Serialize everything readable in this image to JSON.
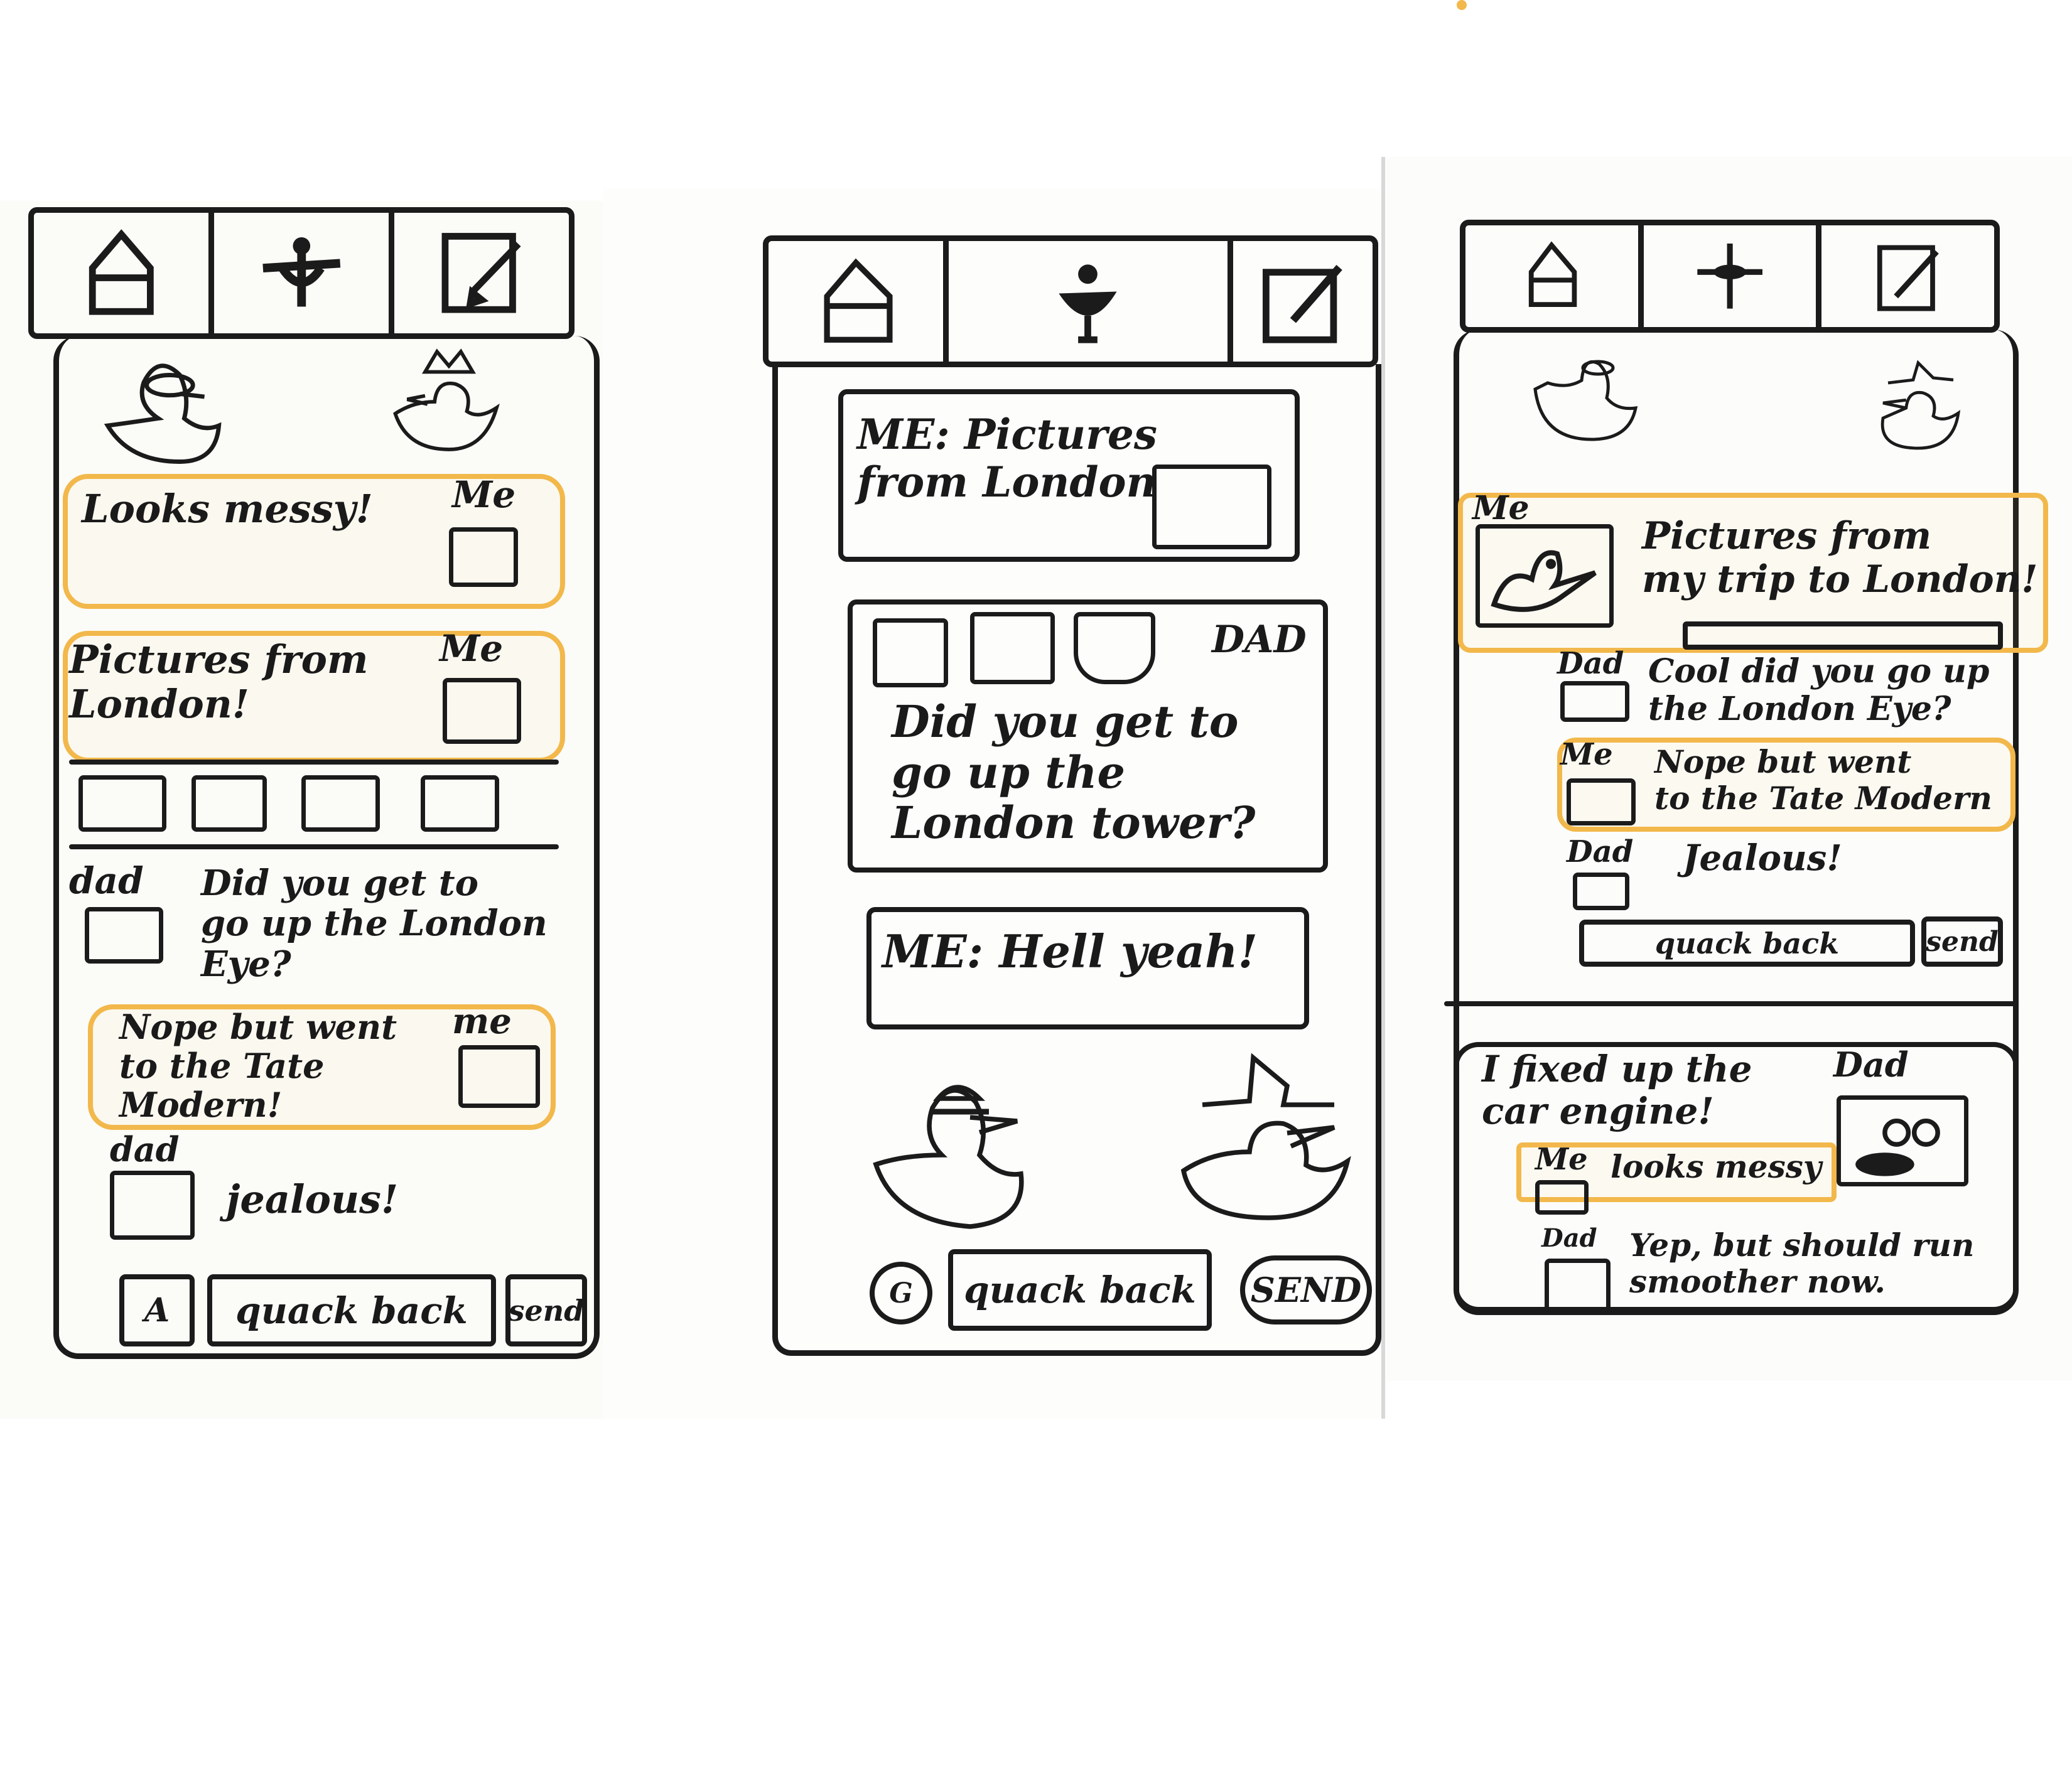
{
  "sketch1": {
    "bubble_1": {
      "text": "Looks messy!",
      "sender": "Me"
    },
    "bubble_2": {
      "text": "Pictures from\nLondon!",
      "sender": "Me"
    },
    "bubble_3": {
      "sender": "dad",
      "text": "Did you get to\ngo up the London\nEye?"
    },
    "bubble_4": {
      "text": "Nope but went\nto the Tate\nModern!",
      "sender": "me"
    },
    "bubble_5": {
      "sender": "dad",
      "text": "jealous!"
    },
    "attach_label": "A",
    "input_value": "quack back",
    "send_label": "send"
  },
  "sketch2": {
    "post_1": {
      "text": "ME: Pictures\nfrom London"
    },
    "post_2": {
      "sender": "DAD",
      "text": "Did you get to\ngo up the\nLondon tower?"
    },
    "post_3": {
      "text": "ME: Hell yeah!"
    },
    "attach_label": "G",
    "input_value": "quack back",
    "send_label": "SEND"
  },
  "sketch3": {
    "thread_1": {
      "sender": "Me",
      "text": "Pictures from\nmy trip to London!",
      "reply_1": {
        "sender": "Dad",
        "text": "Cool did you go up\nthe London Eye?"
      },
      "reply_2": {
        "sender": "Me",
        "text": "Nope but went\nto the Tate Modern"
      },
      "reply_3": {
        "sender": "Dad",
        "text": "Jealous!"
      },
      "input_value": "quack back",
      "send_label": "send"
    },
    "thread_2": {
      "text": "I fixed up the\ncar engine!",
      "sender": "Dad",
      "reply_1": {
        "sender": "Me",
        "text": "looks messy"
      },
      "reply_2": {
        "sender": "Dad",
        "text": "Yep, but should run\nsmoother now."
      }
    }
  },
  "icons": [
    "home-icon",
    "duck-logo-icon",
    "compose-icon"
  ],
  "colors": {
    "ink": "#1b1b1b",
    "highlight": "#f2b84b"
  }
}
